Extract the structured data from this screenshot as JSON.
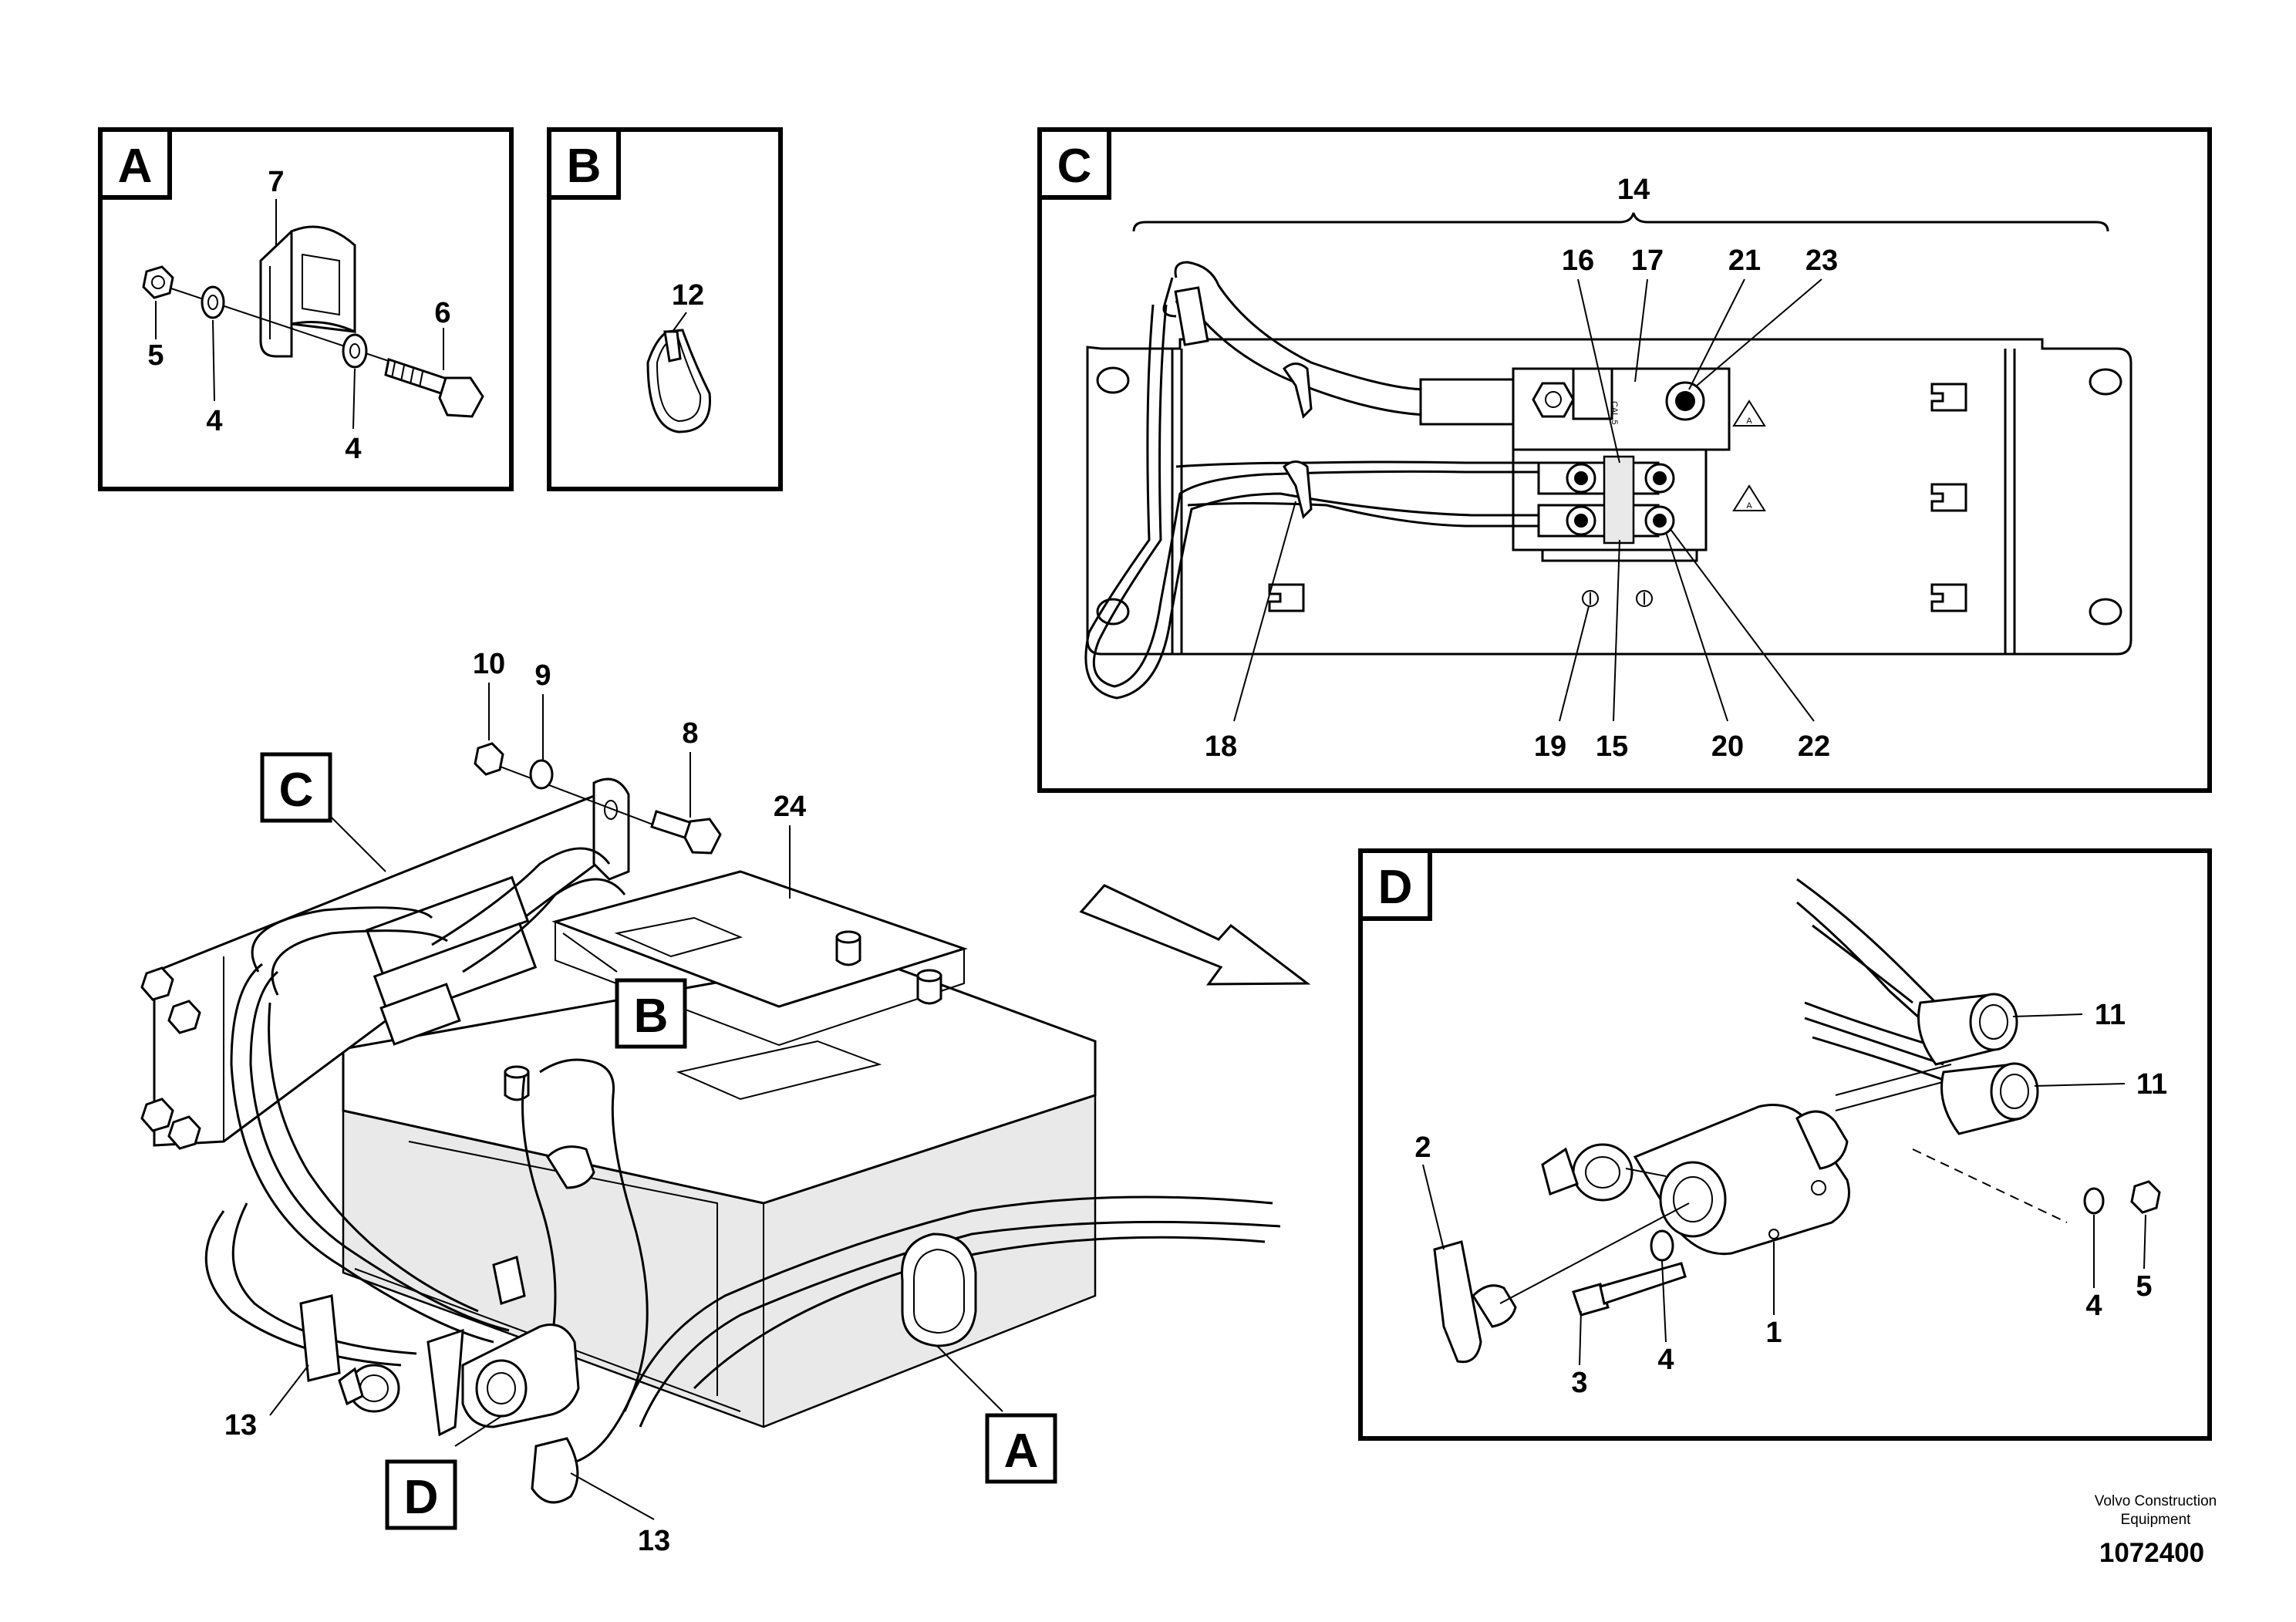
{
  "panels": {
    "A": {
      "label": "A",
      "callouts": [
        "7",
        "6",
        "5",
        "4",
        "4"
      ]
    },
    "B": {
      "label": "B",
      "callouts": [
        "12"
      ]
    },
    "C": {
      "label": "C",
      "callouts": [
        "14",
        "16",
        "17",
        "21",
        "23",
        "18",
        "19",
        "15",
        "20",
        "22"
      ],
      "module_text": "CAL.5"
    },
    "D": {
      "label": "D",
      "callouts": [
        "11",
        "11",
        "2",
        "1",
        "3",
        "4",
        "4",
        "5"
      ]
    }
  },
  "main": {
    "callouts": [
      "10",
      "9",
      "8",
      "24",
      "13",
      "13"
    ],
    "view_tags": [
      "C",
      "B",
      "A",
      "D"
    ]
  },
  "footer": {
    "company_line1": "Volvo Construction",
    "company_line2": "Equipment",
    "drawing_number": "1072400"
  }
}
